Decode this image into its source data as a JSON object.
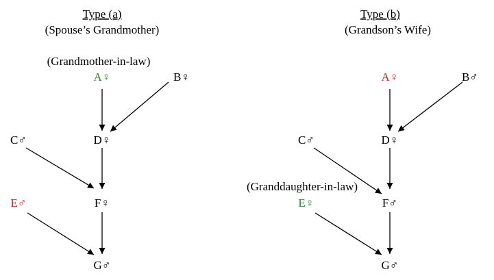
{
  "colors": {
    "default": "#000000",
    "green": "#2e8b2e",
    "red": "#e02020"
  },
  "panel_a": {
    "title": "Type (a)",
    "subtitle": "(Spouse’s Grandmother)",
    "annotation": "(Grandmother-in-law)",
    "nodes": {
      "A": {
        "label": "A♀",
        "color": "green"
      },
      "B": {
        "label": "B♀",
        "color": "default"
      },
      "C": {
        "label": "C♂",
        "color": "default"
      },
      "D": {
        "label": "D♀",
        "color": "default"
      },
      "E": {
        "label": "E♂",
        "color": "red"
      },
      "F": {
        "label": "F♀",
        "color": "default"
      },
      "G": {
        "label": "G♂",
        "color": "default"
      }
    },
    "edges": [
      [
        "A",
        "D"
      ],
      [
        "B",
        "D"
      ],
      [
        "D",
        "F"
      ],
      [
        "C",
        "F"
      ],
      [
        "F",
        "G"
      ],
      [
        "E",
        "G"
      ]
    ]
  },
  "panel_b": {
    "title": "Type (b)",
    "subtitle": "(Grandson’s Wife)",
    "annotation": "(Granddaughter-in-law)",
    "nodes": {
      "A": {
        "label": "A♀",
        "color": "red"
      },
      "B": {
        "label": "B♂",
        "color": "default"
      },
      "C": {
        "label": "C♂",
        "color": "default"
      },
      "D": {
        "label": "D♀",
        "color": "default"
      },
      "E": {
        "label": "E♀",
        "color": "green"
      },
      "F": {
        "label": "F♂",
        "color": "default"
      },
      "G": {
        "label": "G♂",
        "color": "default"
      }
    },
    "edges": [
      [
        "A",
        "D"
      ],
      [
        "B",
        "D"
      ],
      [
        "D",
        "F"
      ],
      [
        "C",
        "F"
      ],
      [
        "F",
        "G"
      ],
      [
        "E",
        "G"
      ]
    ]
  }
}
